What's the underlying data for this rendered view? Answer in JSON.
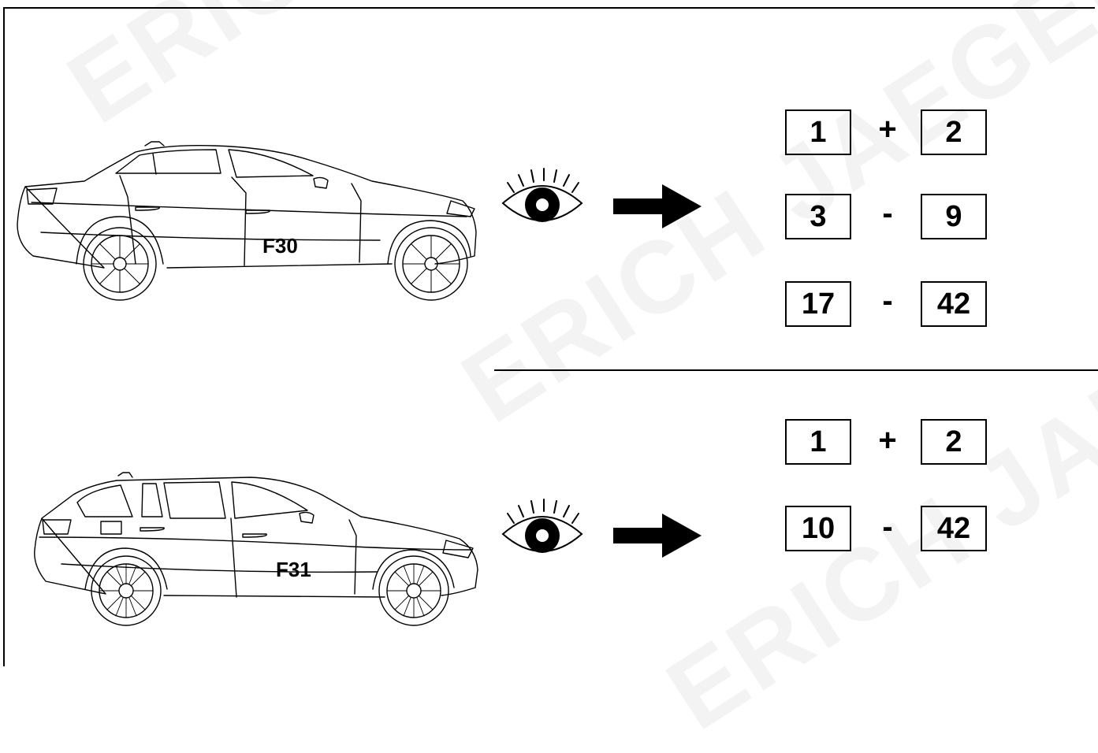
{
  "watermark": {
    "text_a": "ERICH JAEGER",
    "text_b": "ERICH JAEGER",
    "text_c": "ERICH JAEGER"
  },
  "section_top": {
    "model": "F30",
    "icons": [
      "car-sedan-drawing",
      "eye-icon",
      "arrow-right-icon"
    ],
    "rows": [
      {
        "left": "1",
        "op": "+",
        "right": "2"
      },
      {
        "left": "3",
        "op": "-",
        "right": "9"
      },
      {
        "left": "17",
        "op": "-",
        "right": "42"
      }
    ]
  },
  "section_bottom": {
    "model": "F31",
    "icons": [
      "car-wagon-drawing",
      "eye-icon",
      "arrow-right-icon"
    ],
    "rows": [
      {
        "left": "1",
        "op": "+",
        "right": "2"
      },
      {
        "left": "10",
        "op": "-",
        "right": "42"
      }
    ]
  }
}
